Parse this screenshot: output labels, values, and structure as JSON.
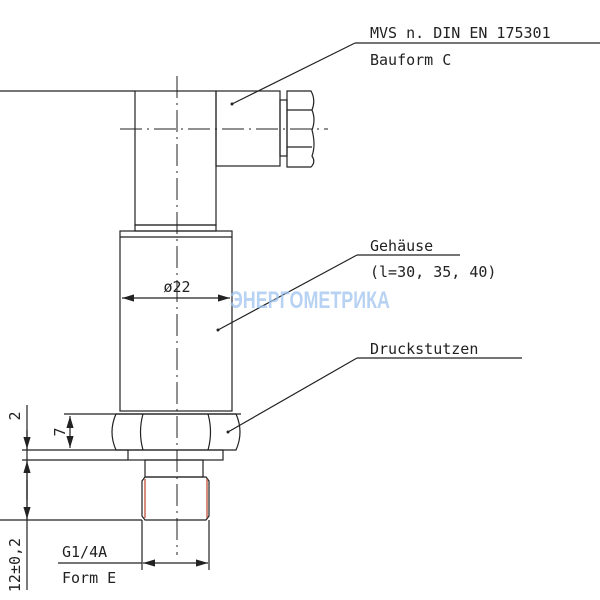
{
  "labels": {
    "connector_line1": "MVS n. DIN EN 175301",
    "connector_line2": "Bauform C",
    "housing_line1": "Gehäuse",
    "housing_line2": "(l=30, 35, 40)",
    "port": "Druckstutzen",
    "thread_line1": "G1/4A",
    "thread_line2": "Form E"
  },
  "dimensions": {
    "diameter": "ø22",
    "dim_2": "2",
    "dim_7": "7",
    "dim_12": "12±0,2"
  },
  "watermark": "ЭНЕРГОМЕТРИКА",
  "colors": {
    "line": "#222222",
    "thread": "#c0503a",
    "watermark": "#9fc4ee"
  }
}
